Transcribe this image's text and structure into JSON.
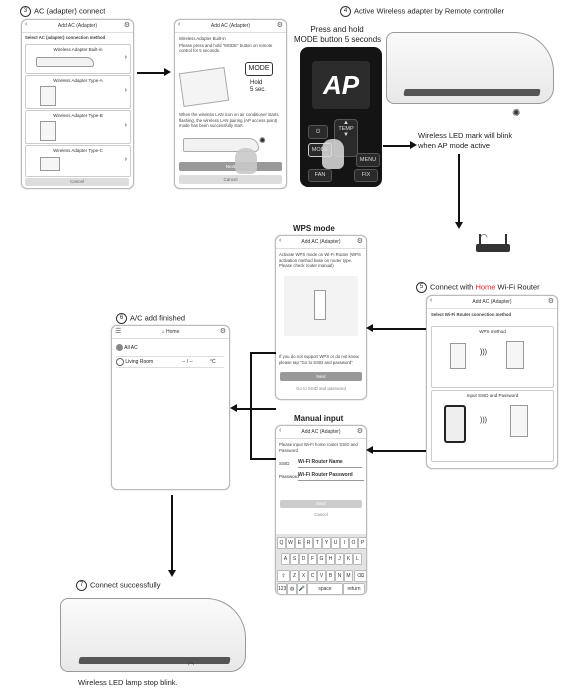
{
  "step3": {
    "num": "3",
    "label": "AC (adapter) connect"
  },
  "step4": {
    "num": "4",
    "label": "Active Wireless adapter by Remote controller"
  },
  "step5": {
    "num": "5",
    "label_pre": "Connect with ",
    "label_red": "Home",
    "label_post": " Wi-Fi Router"
  },
  "step6": {
    "num": "6",
    "label": "A/C add finished"
  },
  "step7": {
    "num": "7",
    "label": "Connect successfully"
  },
  "phone_select": {
    "title": "Add AC (Adapter)",
    "subtitle": "Select AC (adapter) connection method",
    "cards": [
      "Wireless Adapter Built-in",
      "Wireless Adapter Type-A",
      "Wireless Adapter Type-B",
      "Wireless Adapter Type-C"
    ],
    "cancel": "Cancel"
  },
  "phone_builtin": {
    "title": "Add AC (Adapter)",
    "heading": "Wireless Adapter Built-in",
    "instr": "Please press and hold \"MODE\" button on remote control for 5 seconds.",
    "mode": "MODE",
    "hold": "Hold\n5 sec.",
    "note": "When the wireless LAN icon on air conditioner starts flashing, the wireless LAN pairing (AP access point) mode has been successfully start.",
    "next": "Next",
    "cancel": "Cancel"
  },
  "remote_instr": "Press and hold\nMODE button 5 seconds",
  "remote": {
    "lcd": "AP",
    "temp": "TEMP",
    "mode": "MODE",
    "menu": "MENU",
    "fan": "FAN",
    "fix": "FIX"
  },
  "blink_note": "Wireless LED mark will blink\nwhen AP mode active",
  "wps": {
    "caption": "WPS mode",
    "title": "Add AC (Adapter)",
    "instr": "Activate WPS mode on Wi-Fi Router (WPS activation method base on router type. Please check router manual)",
    "note": "If you do not support WPS or do not know, please tap \"Go to SSID and password\"",
    "next": "Next",
    "link": "Go to SSID and password"
  },
  "router_phone": {
    "title": "Add AC (Adapter)",
    "subtitle": "Select Wi-Fi Router connection method",
    "wps": "WPS method",
    "ssid": "Input SSID and Password"
  },
  "manual": {
    "caption": "Manual input",
    "title": "Add AC (Adapter)",
    "instr": "Please input Wi-Fi home router SSID and Password",
    "ssid_label": "SSID",
    "ssid_value": "Wi-Fi Router Name",
    "pw_label": "Password",
    "pw_value": "Wi-Fi Router Password",
    "next": "Next",
    "cancel": "Cancel",
    "space": "space",
    "return": "return"
  },
  "keyboard": {
    "row1": [
      "Q",
      "W",
      "E",
      "R",
      "T",
      "Y",
      "U",
      "I",
      "O",
      "P"
    ],
    "row2": [
      "A",
      "S",
      "D",
      "F",
      "G",
      "H",
      "J",
      "K",
      "L"
    ],
    "row3": [
      "Z",
      "X",
      "C",
      "V",
      "B",
      "N",
      "M"
    ]
  },
  "home": {
    "title": "Home",
    "all": "All AC",
    "room": "Living Room",
    "temp": "-- / --",
    "unit": "°C"
  },
  "final_note": "Wireless LED lamp stop blink."
}
